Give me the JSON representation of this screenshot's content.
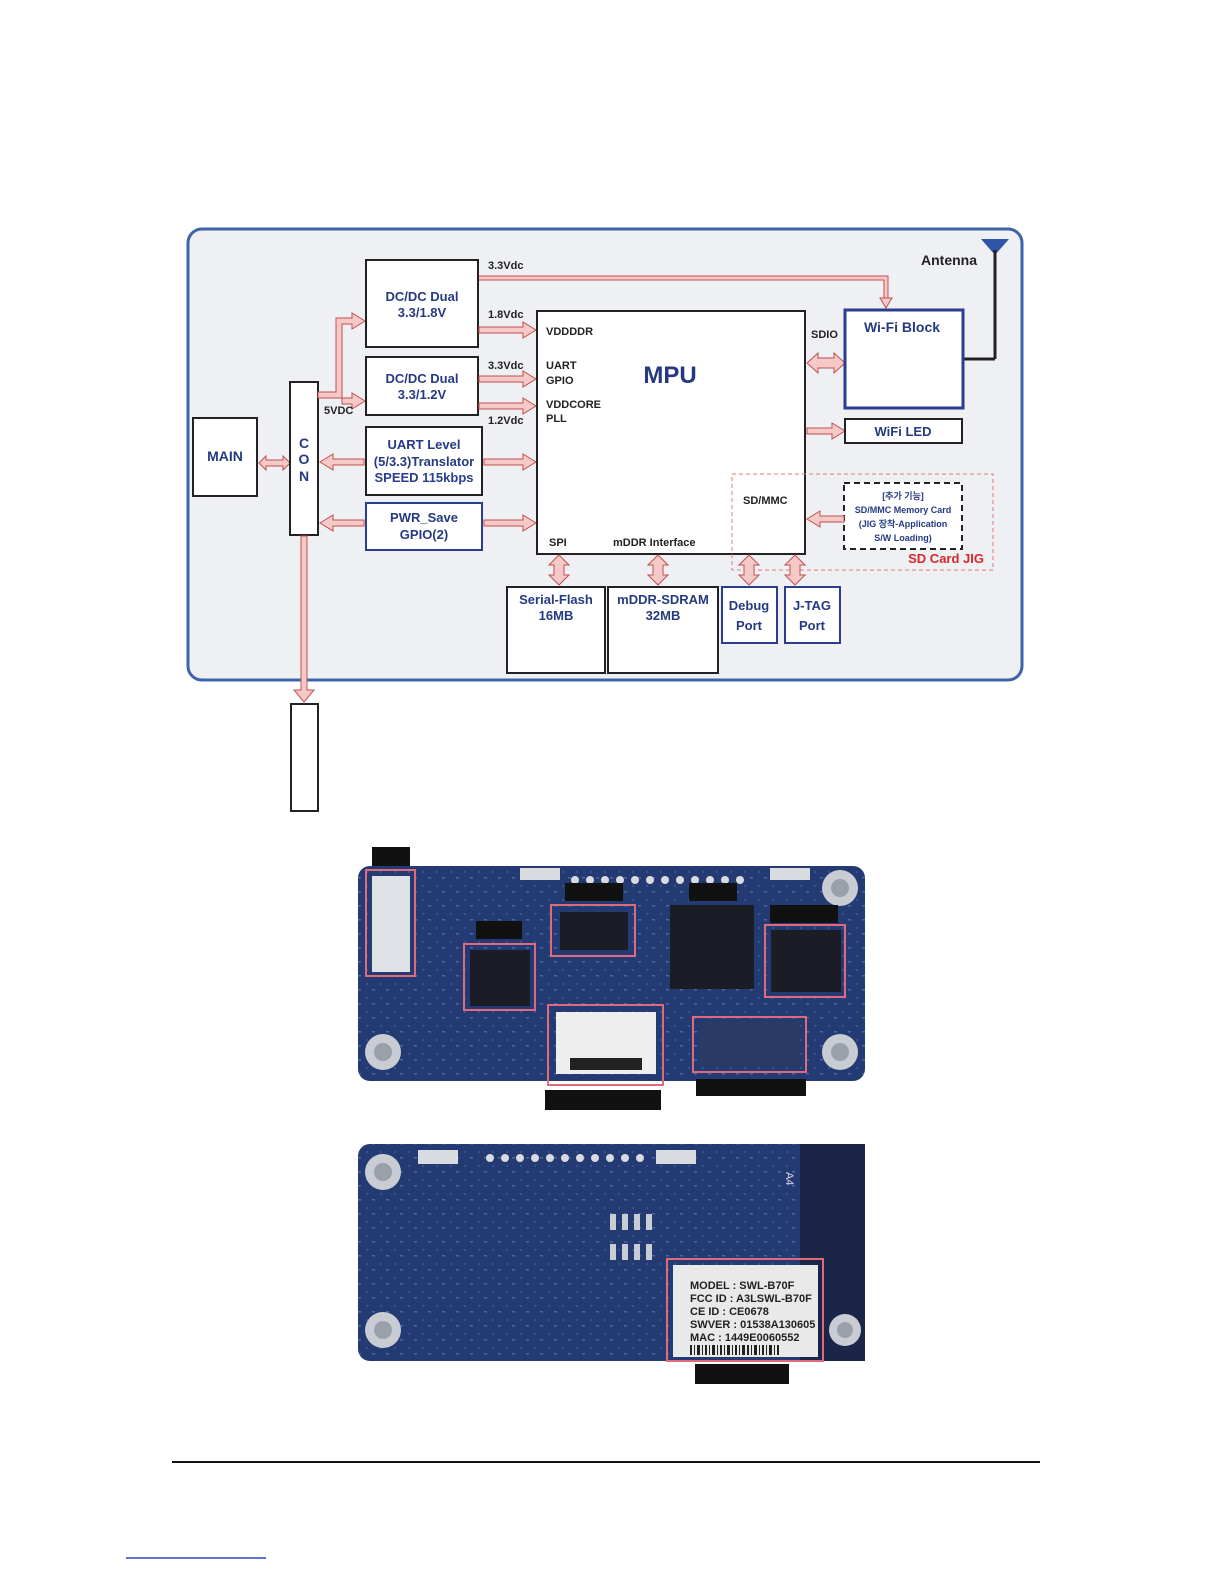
{
  "diagram": {
    "antenna": "Antenna",
    "main": "MAIN",
    "con": [
      "C",
      "O",
      "N"
    ],
    "v5": "5VDC",
    "dcdc1": [
      "DC/DC Dual",
      "3.3/1.8V"
    ],
    "dcdc2": [
      "DC/DC Dual",
      "3.3/1.2V"
    ],
    "v33_top": "3.3Vdc",
    "v18": "1.8Vdc",
    "v33_mid": "3.3Vdc",
    "v12": "1.2Vdc",
    "uart": [
      "UART Level",
      "(5/3.3)Translator",
      "SPEED 115kbps"
    ],
    "pwr": [
      "PWR_Save",
      "GPIO(2)"
    ],
    "mpu": "MPU",
    "mpu_vddddr": "VDDDDR",
    "mpu_uart": "UART",
    "mpu_gpio": "GPIO",
    "mpu_vddcore": "VDDCORE",
    "mpu_pll": "PLL",
    "mpu_sdmmc": "SD/MMC",
    "mpu_spi": "SPI",
    "mpu_mddr": "mDDR Interface",
    "sdio": "SDIO",
    "wifi_block": "Wi-Fi Block",
    "wifi_led": "WiFi LED",
    "sd_card_box": [
      "[추가 기능]",
      "SD/MMC Memory Card",
      "(JIG 장착-Application",
      "S/W Loading)"
    ],
    "sd_card_jig": "SD Card JIG",
    "flash": [
      "Serial-Flash",
      "16MB"
    ],
    "sdram": [
      "mDDR-SDRAM",
      "32MB"
    ],
    "debug": [
      "Debug",
      "Port"
    ],
    "jtag": [
      "J-TAG",
      "Port"
    ]
  },
  "photo_bottom": {
    "label_lines": [
      "MODEL : SWL-B70F",
      "FCC ID : A3LSWL-B70F",
      "CE  ID : CE0678",
      "SWVER : 01538A130605",
      "MAC  : 1449E0060552"
    ],
    "silk": "A4"
  },
  "colors": {
    "panel_bg": "#eef0f3",
    "panel_border": "#3d64a8",
    "arrow_fill": "#f6c9c9",
    "arrow_stroke": "#c0504d",
    "pcb": "#22356b",
    "highlight": "#e06a7a"
  }
}
